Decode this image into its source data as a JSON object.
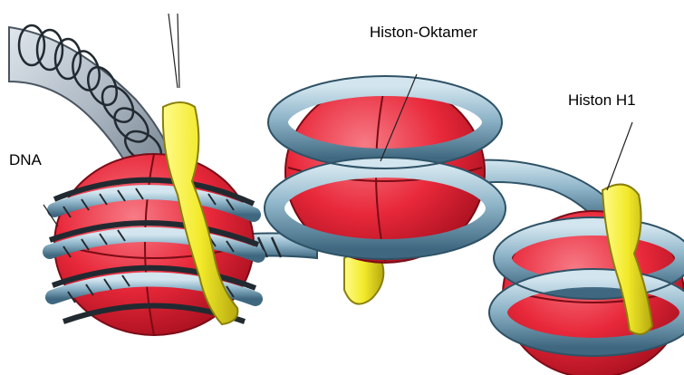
{
  "labels": {
    "histon_oktamer": "Histon-Oktamer",
    "histon_h1": "Histon H1",
    "dna": "DNA"
  },
  "colors": {
    "histone_red": "#e8283a",
    "histone_red_dark": "#a8101f",
    "histone_red_light": "#f77b86",
    "dna_blue": "#8fb5c9",
    "dna_blue_dark": "#3f6880",
    "dna_blue_light": "#d3e6ef",
    "h1_yellow": "#f2ea2a",
    "h1_yellow_dark": "#b6a90f",
    "chromatin_gray": "#aeb9c4",
    "helix_dark": "#222a31"
  }
}
